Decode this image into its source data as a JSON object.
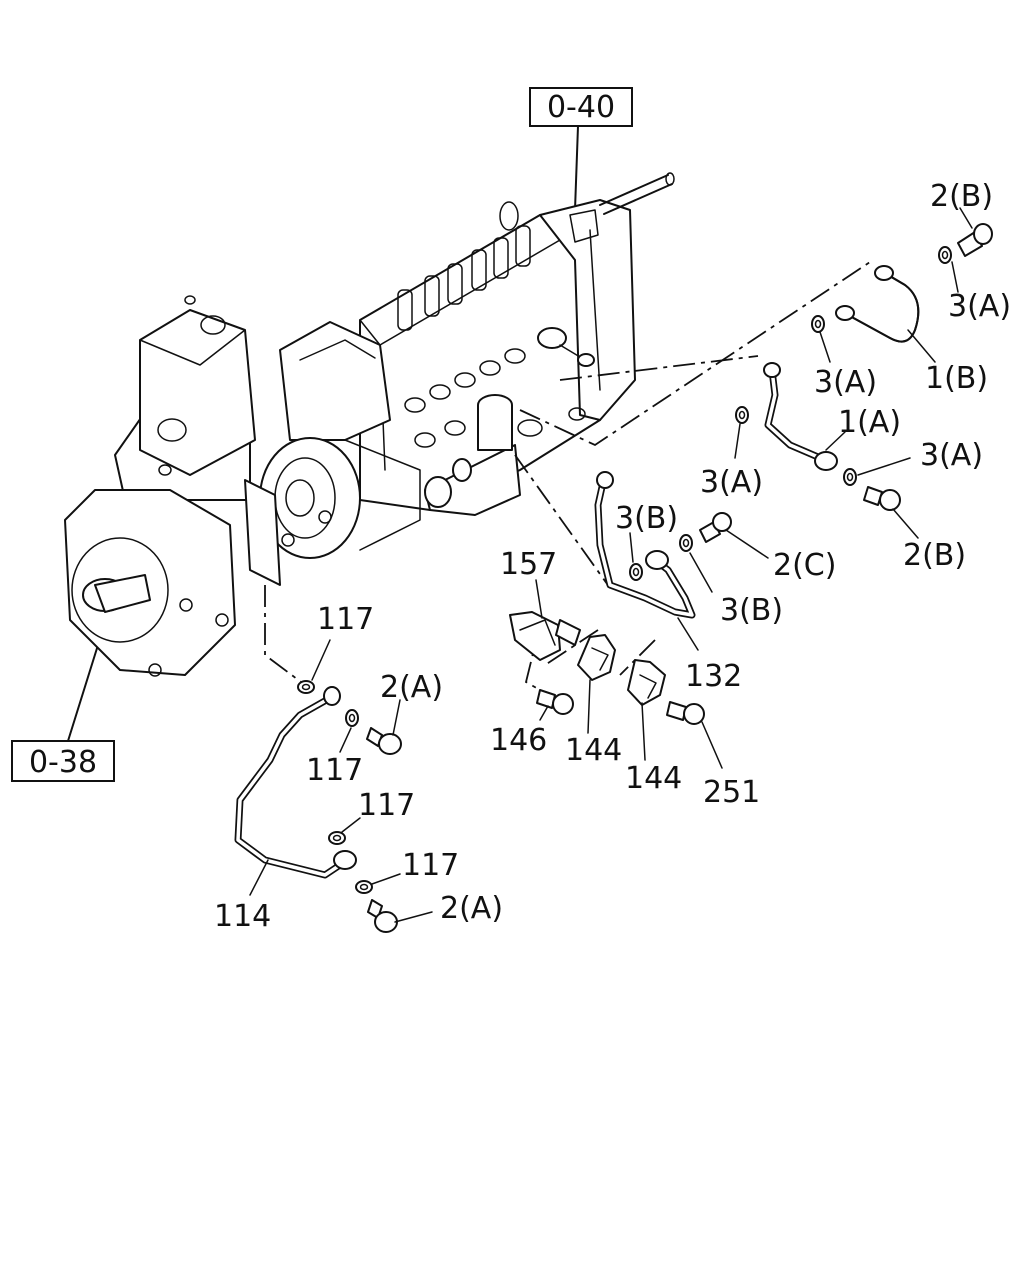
{
  "references": {
    "ref_top": "0-40",
    "ref_left": "0-38"
  },
  "callouts": {
    "c_2b_top": "2(B)",
    "c_3a_r1": "3(A)",
    "c_3a_r2": "3(A)",
    "c_1b": "1(B)",
    "c_1a": "1(A)",
    "c_3a_r3": "3(A)",
    "c_3a_r4": "3(A)",
    "c_2b_mid": "2(B)",
    "c_3b_a": "3(B)",
    "c_2c": "2(C)",
    "c_3b_b": "3(B)",
    "c_157": "157",
    "c_132": "132",
    "c_146": "146",
    "c_144a": "144",
    "c_144b": "144",
    "c_251": "251",
    "c_117a": "117",
    "c_2a_a": "2(A)",
    "c_117b": "117",
    "c_117c": "117",
    "c_117d": "117",
    "c_2a_b": "2(A)",
    "c_114": "114"
  }
}
